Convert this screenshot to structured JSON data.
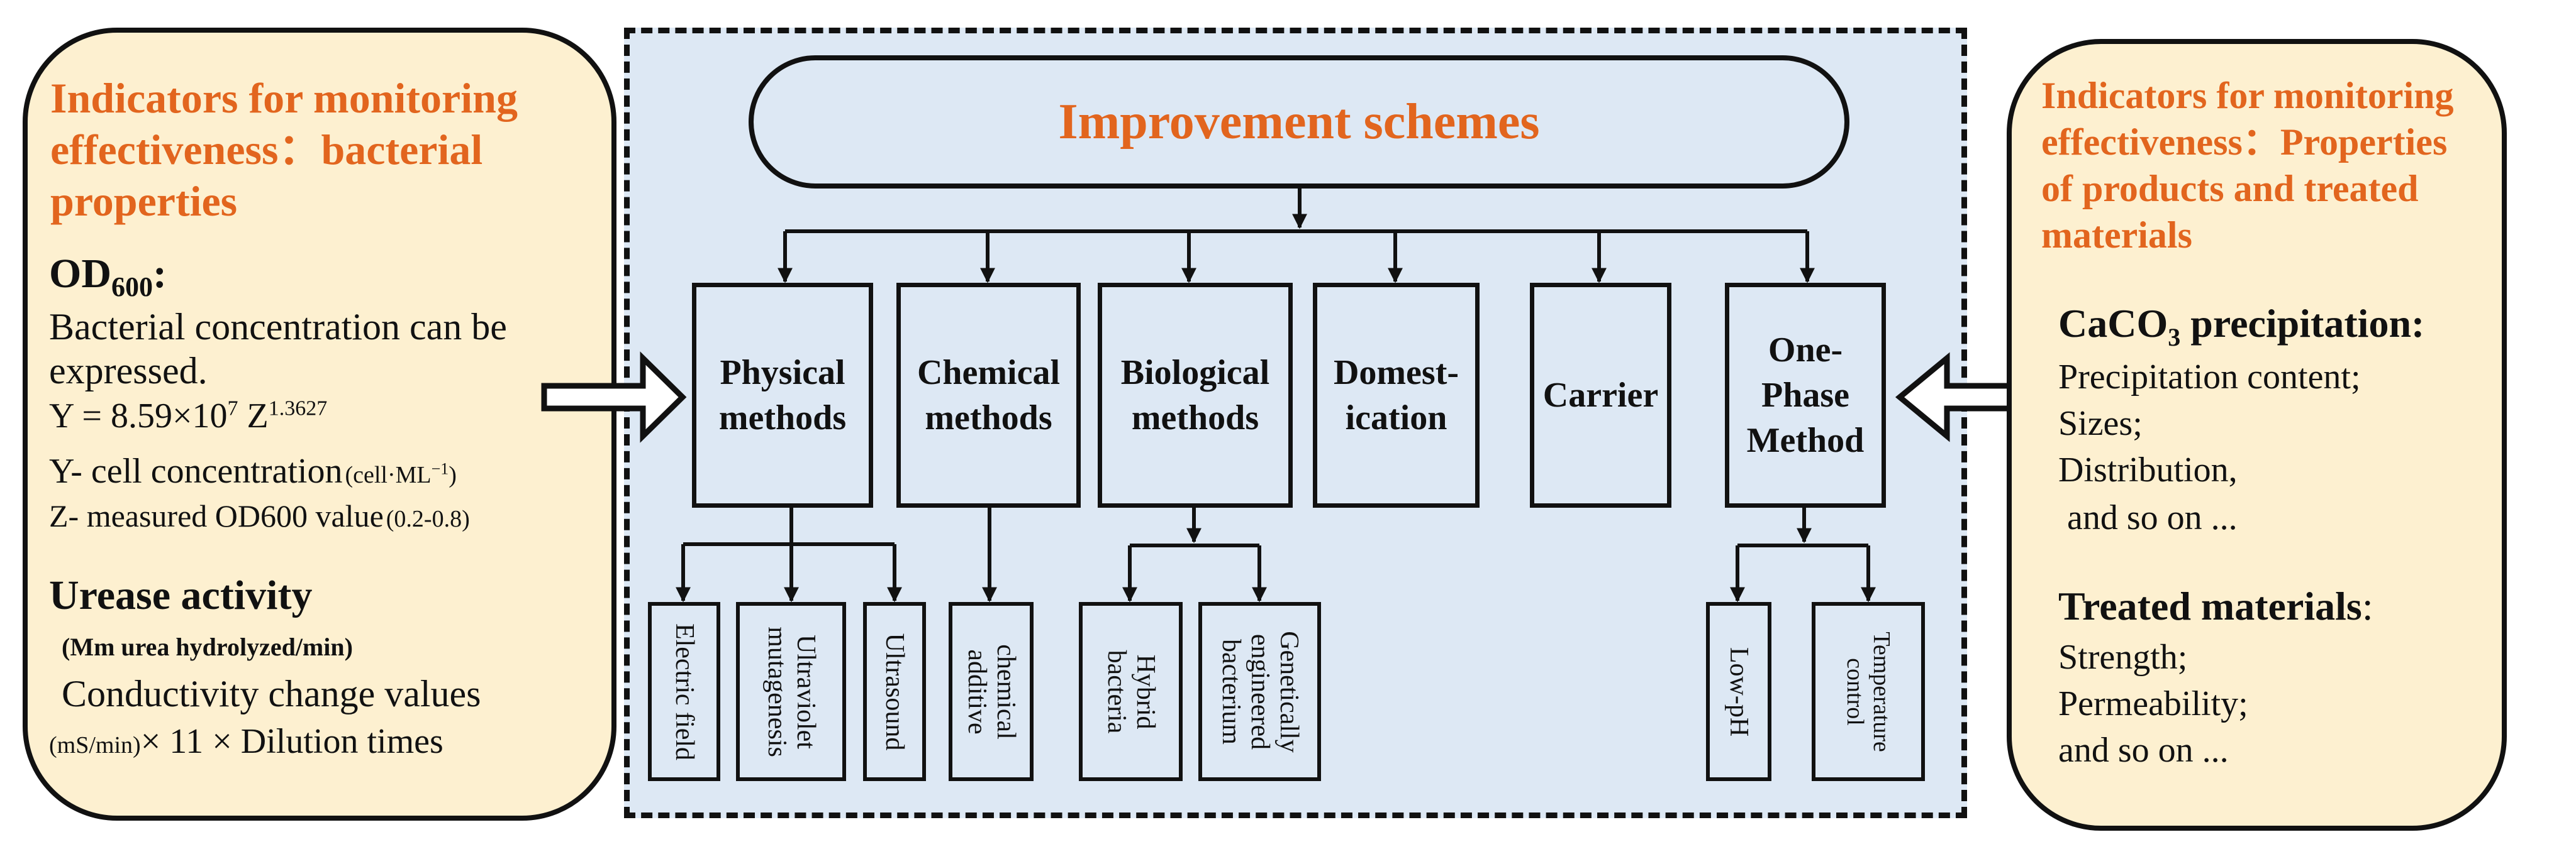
{
  "diagram": {
    "left_panel": {
      "heading": [
        "Indicators for monitoring",
        "effectiveness：bacterial",
        "properties"
      ],
      "od_label": "OD",
      "od_subscript": "600",
      "od_colon": ":",
      "od_desc": [
        "Bacterial concentration can be",
        "expressed."
      ],
      "formula_prefix": "Y = 8.59×10",
      "formula_exp1": "7",
      "formula_mid": " Z",
      "formula_exp2": "1.3627",
      "y_def": "Y- cell concentration",
      "y_unit": "(cell·ML",
      "y_unit_exp": "−1",
      "y_unit_close": ")",
      "z_def": "Z- measured OD600 value",
      "z_range": "(0.2-0.8)",
      "urease_title": "Urease activity",
      "urease_unit": "(Mm urea hydrolyzed/min)",
      "urease_desc1": "Conductivity change values",
      "urease_desc2_small": "(mS/min)",
      "urease_desc2": "× 11 × Dilution times"
    },
    "center": {
      "title": "Improvement schemes",
      "methods": [
        {
          "label": "Physical methods"
        },
        {
          "label": "Chemical methods"
        },
        {
          "label": "Biological methods"
        },
        {
          "label": "Domest-ication"
        },
        {
          "label": "Carrier"
        },
        {
          "label": "One-Phase Method"
        }
      ],
      "sub_items": [
        {
          "label": "Electric field"
        },
        {
          "label": "Ultraviolet mutagenesis"
        },
        {
          "label": "Ultrasound"
        },
        {
          "label": "chemical additive"
        },
        {
          "label": "Hybrid bacteria"
        },
        {
          "label": "Genetically engineered bacterium"
        },
        {
          "label": "Low-pH"
        },
        {
          "label": "Temperature control"
        }
      ]
    },
    "right_panel": {
      "heading": [
        "Indicators for monitoring",
        "effectiveness：Properties",
        "of products and treated",
        "materials"
      ],
      "caco3_prefix": "CaCO",
      "caco3_sub": "3",
      "caco3_suffix": " precipitation:",
      "caco3_items": [
        "Precipitation content;",
        "Sizes;",
        "Distribution,",
        " and so on ..."
      ],
      "treated_title": "Treated materials",
      "treated_colon": ":",
      "treated_items": [
        "Strength;",
        "Permeability;",
        "and so on ..."
      ]
    }
  }
}
